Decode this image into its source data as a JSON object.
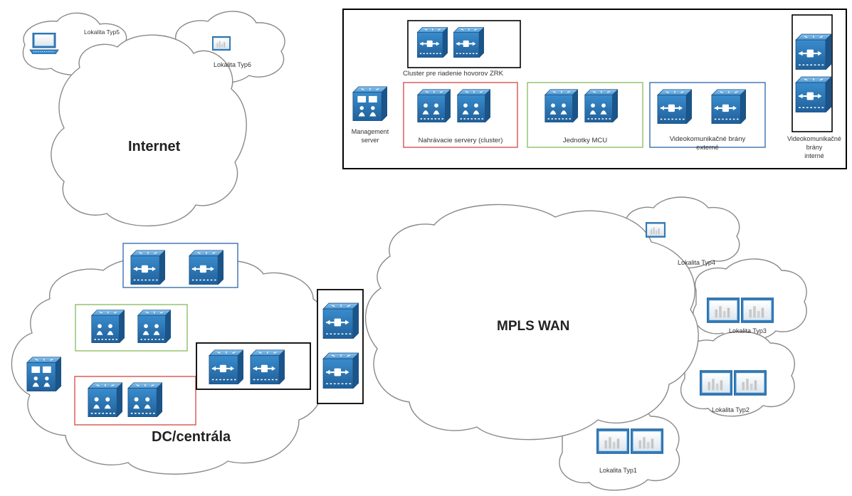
{
  "clouds": {
    "internet": "Internet",
    "mpls": "MPLS WAN",
    "dc": "DC/centrála"
  },
  "sites": {
    "typ5": "Lokalita Typ5",
    "typ6": "Lokalita Typ6",
    "typ4": "Lokalita Typ4",
    "typ3": "Lokalita Typ3",
    "typ2": "Lokalita Typ2",
    "typ1": "Lokalita Typ1"
  },
  "legend": {
    "call_cluster": "Cluster pre riadenie hovorov ZRK",
    "management_1": "Management",
    "management_2": "server",
    "recording": "Nahrávacie servery (cluster)",
    "mcu": "Jednotky MCU",
    "ext_gw_1": "Videokomunikačné brány",
    "ext_gw_2": "externé",
    "int_gw_1": "Videokomunikačné",
    "int_gw_2": "brány",
    "int_gw_3": "interné"
  },
  "colors": {
    "device": "#2f7fc0",
    "device_light": "#6fb1e3",
    "cluster_box": "#000000",
    "recording_box": "#d9534f",
    "mcu_box": "#8fbf6a",
    "gateway_box": "#3a6fb0",
    "cloud_stroke": "#8a8a8a"
  }
}
